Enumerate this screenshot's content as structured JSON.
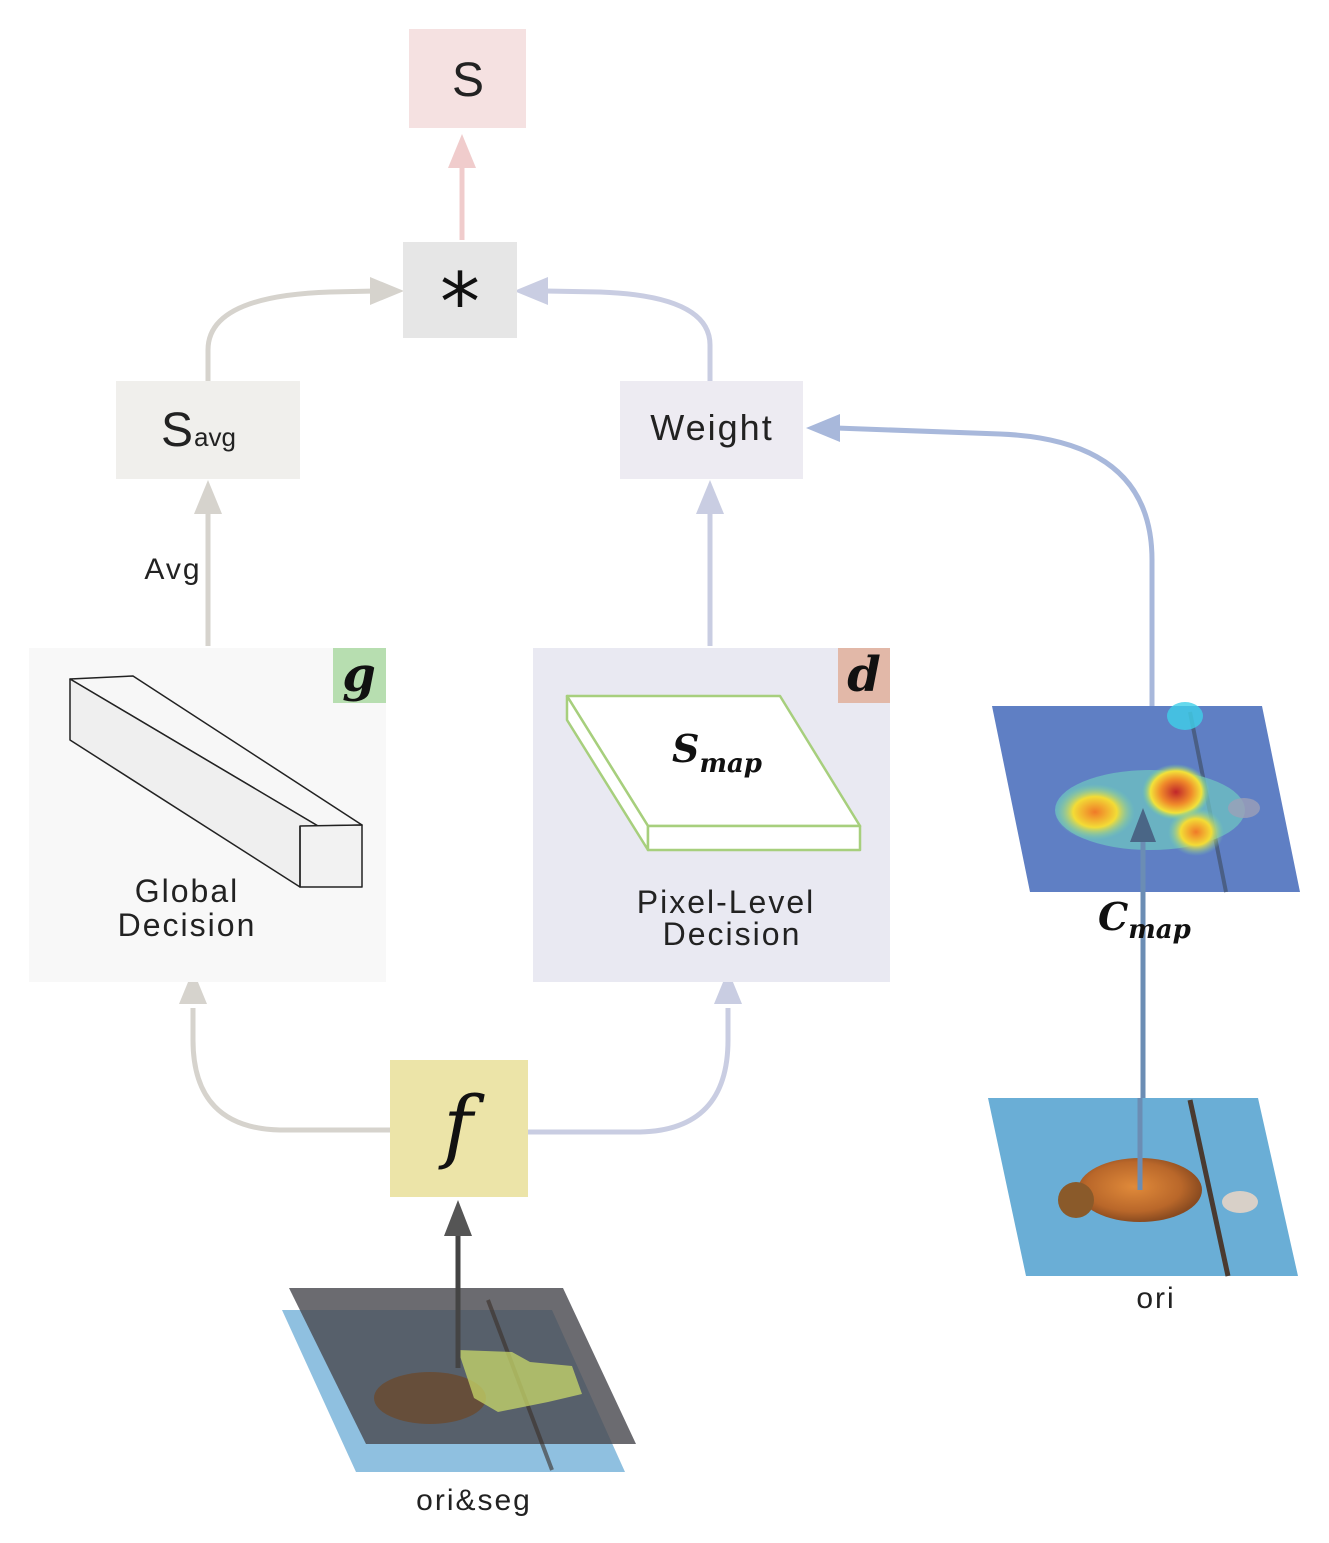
{
  "nodes": {
    "s": {
      "text": "S"
    },
    "mult": {
      "text": "*"
    },
    "savg": {
      "main": "S",
      "sub": "avg"
    },
    "weight": {
      "text": "Weight"
    },
    "avg_edge": {
      "text": "Avg"
    },
    "global": {
      "badge": "g",
      "line1": "Global",
      "line2": "Decision"
    },
    "pixel": {
      "badge": "d",
      "smap_main": "S",
      "smap_sub": "map",
      "line1": "Pixel-Level",
      "line2": "Decision"
    },
    "cmap": {
      "main": "C",
      "sub": "map"
    },
    "f": {
      "text": "f"
    },
    "ori_seg": {
      "text": "ori&seg"
    },
    "ori": {
      "text": "ori"
    }
  },
  "colors": {
    "s_box": "#f5e1e1",
    "mult_box": "#e6e6e6",
    "savg_box": "#f0efec",
    "weight_box": "#edebf2",
    "global_panel": "#f8f8f8",
    "pixel_panel": "#e9e9f2",
    "g_badge": "#b7deb0",
    "d_badge": "#e2b8a8",
    "f_box": "#ece4a8",
    "gray_arrow": "#d6d3cd",
    "lavender_arrow": "#c9cde2",
    "blue_arrow": "#a8b8db",
    "pink_arrow": "#f0cccc",
    "dark_arrow": "#555555",
    "sky": "#6aaed6",
    "smap_border": "#a7cf7d"
  }
}
